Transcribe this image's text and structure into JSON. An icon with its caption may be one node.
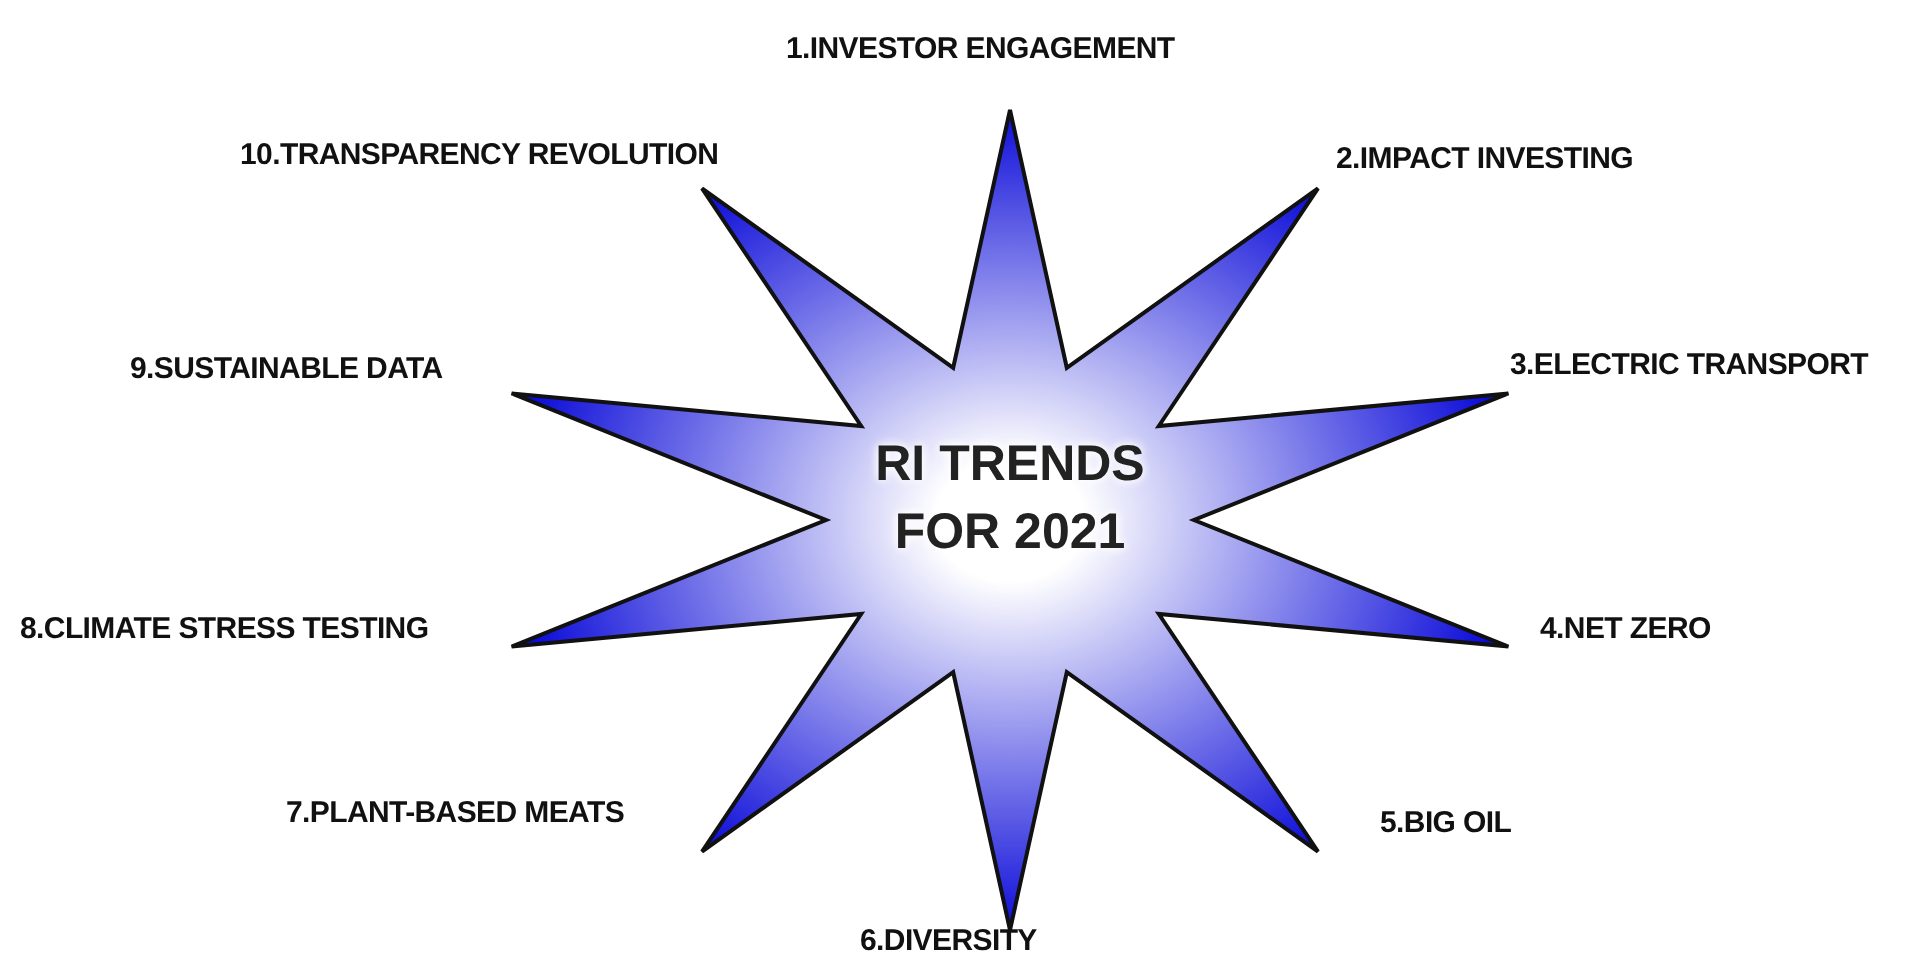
{
  "diagram": {
    "nodes": [
      {
        "text": [
          "RI TRENDS FOR 2021"
        ]
      }
    ],
    "labels": [
      "1.INVESTOR ENGAGEMENT",
      "2.IMPACT INVESTING",
      "3.ELECTRIC TRANSPORT",
      "4.NET ZERO",
      "5.BIG OIL",
      "6.DIVERSITY",
      "7.PLANT-BASED MEATS",
      "8.CLIMATE STRESS TESTING",
      "9.SUSTAINABLE DATA",
      "10.TRANSPARENCY REVOLUTION"
    ]
  }
}
